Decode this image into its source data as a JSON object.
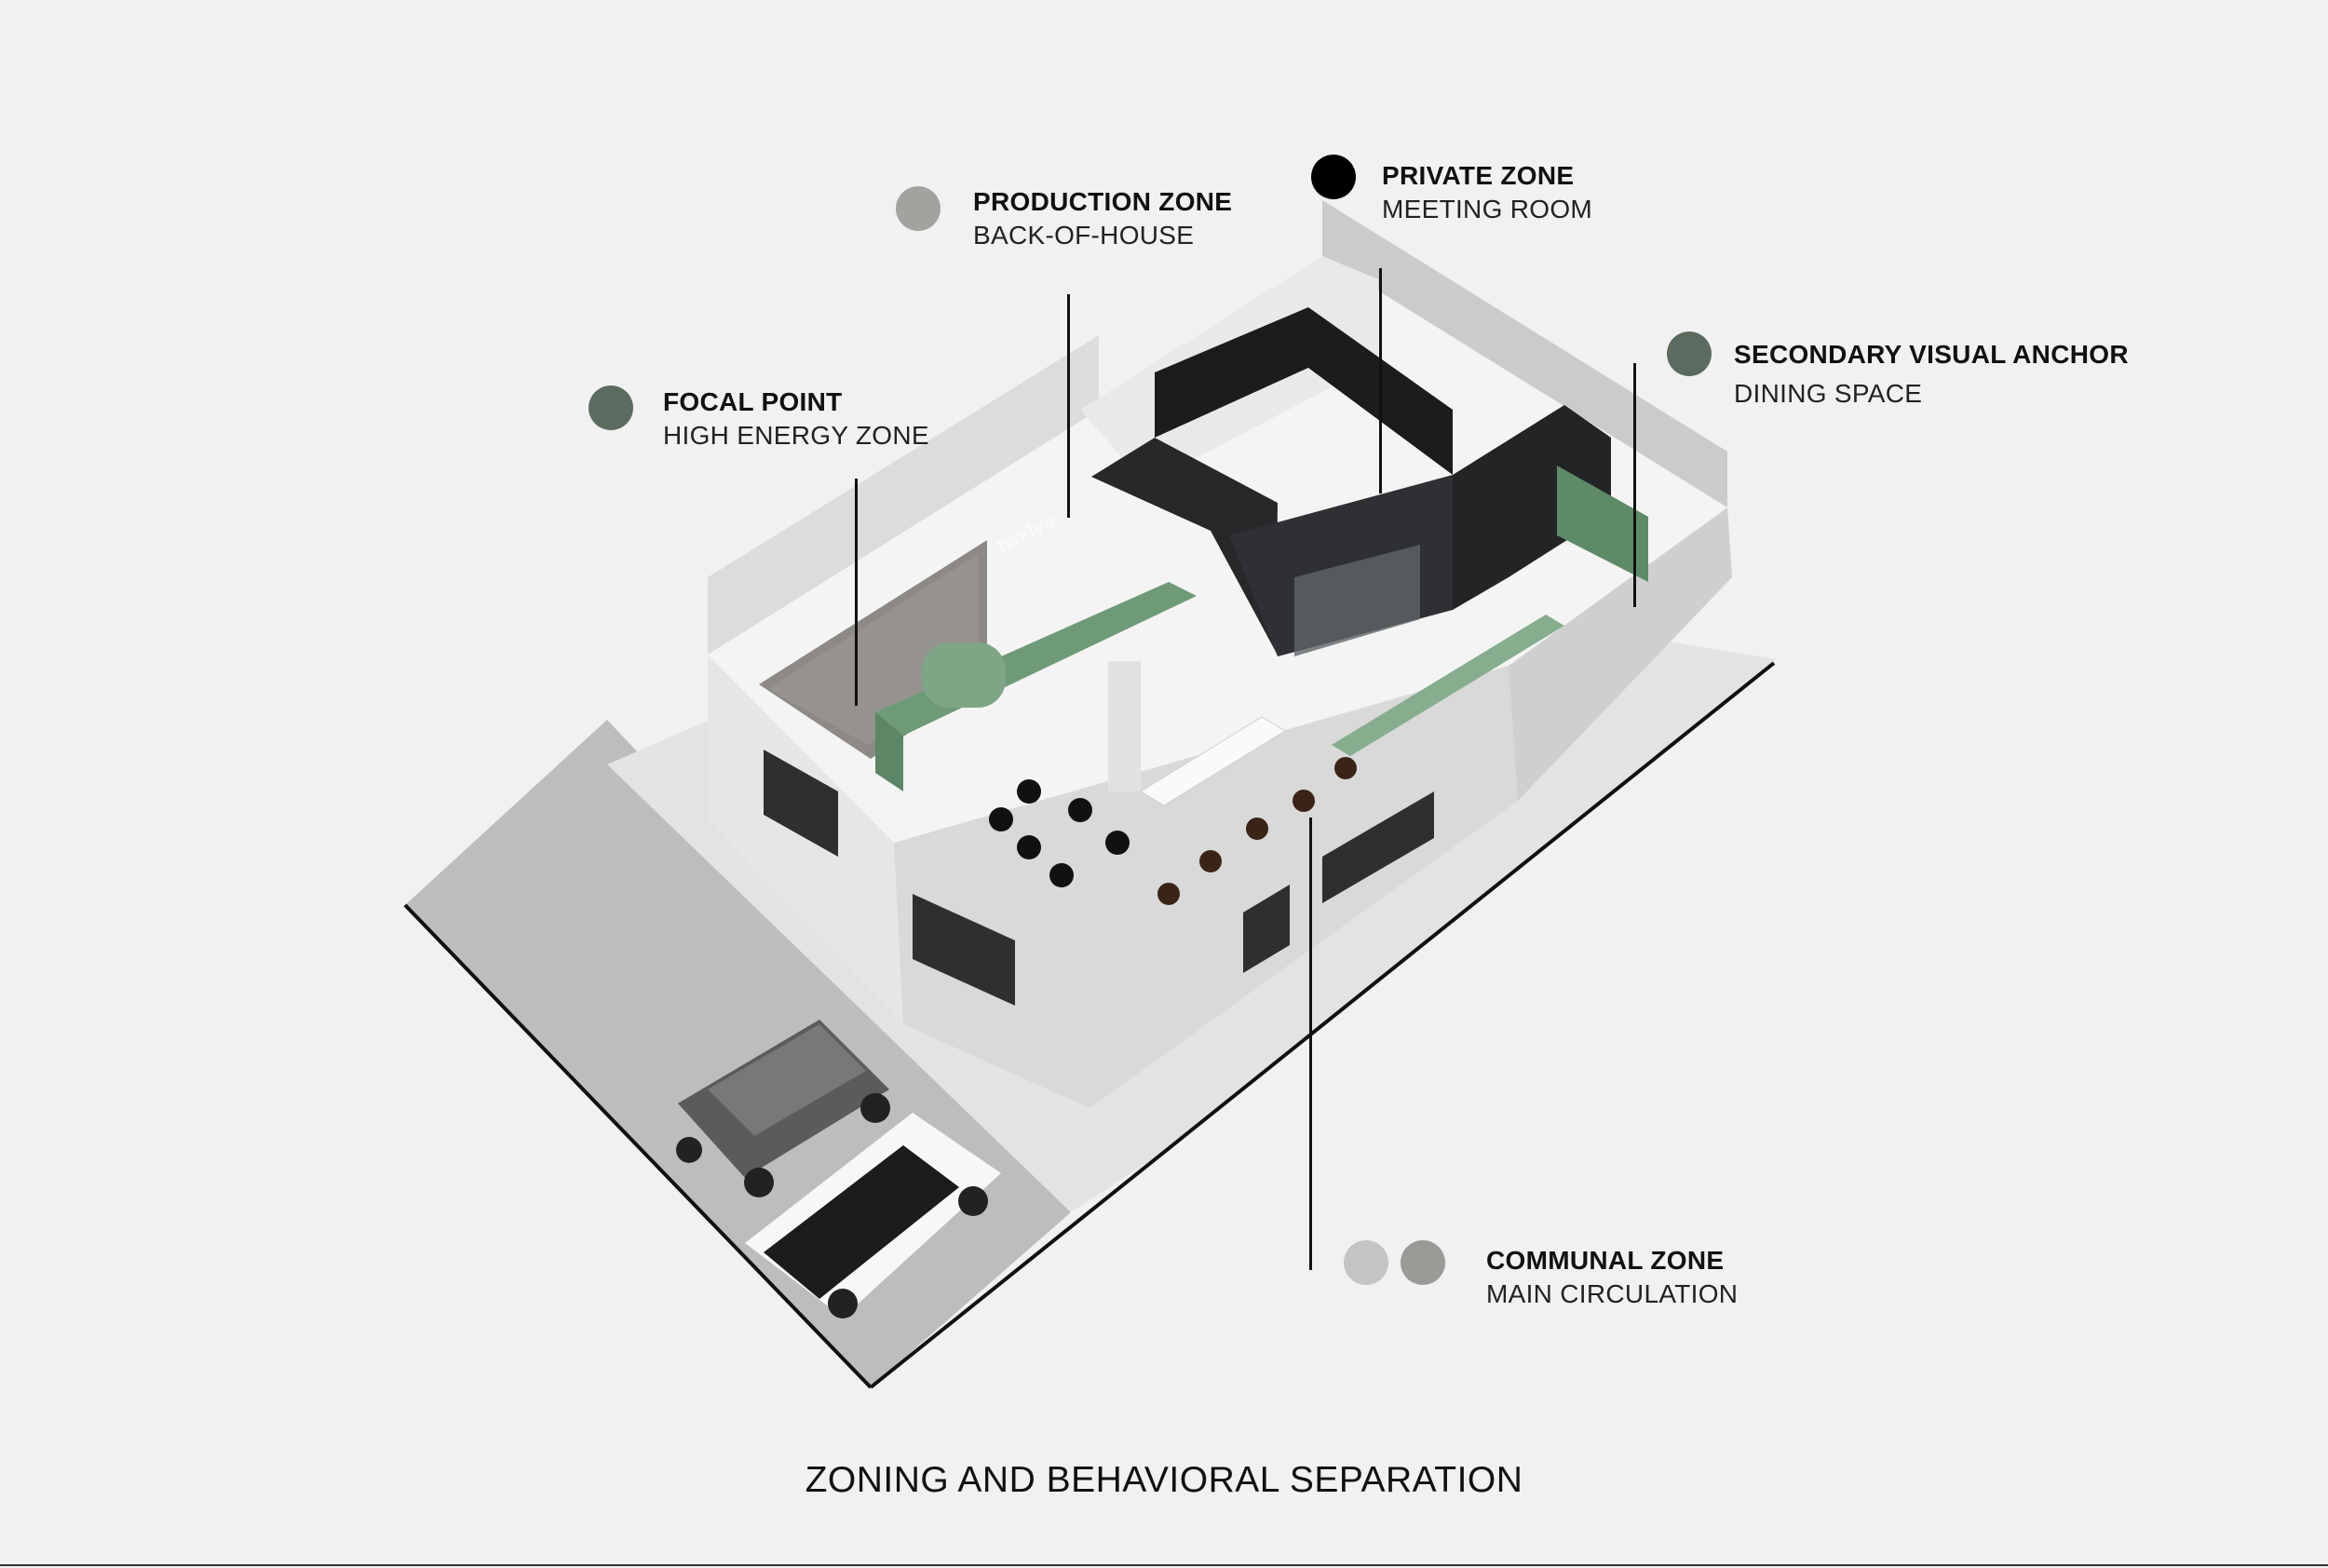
{
  "title": "ZONING AND BEHAVIORAL SEPARATION",
  "colors": {
    "background": "#f1f1f2",
    "production": "#a2a29e",
    "private": "#000000",
    "focal": "#5b6b5f",
    "secondary": "#5b6b5f",
    "communal_light": "#c4c4c4",
    "communal_dark": "#9a9a96",
    "accent_green": "#6f9a78"
  },
  "zones": {
    "production": {
      "title": "PRODUCTION ZONE",
      "subtitle": "BACK-OF-HOUSE"
    },
    "private": {
      "title": "PRIVATE ZONE",
      "subtitle": "MEETING ROOM"
    },
    "focal": {
      "title": "FOCAL POINT",
      "subtitle": "HIGH ENERGY ZONE"
    },
    "secondary": {
      "title": "SECONDARY VISUAL ANCHOR",
      "subtitle": "DINING SPACE"
    },
    "communal": {
      "title": "COMMUNAL ZONE",
      "subtitle": "MAIN CIRCULATION"
    }
  },
  "signage": "twelve"
}
